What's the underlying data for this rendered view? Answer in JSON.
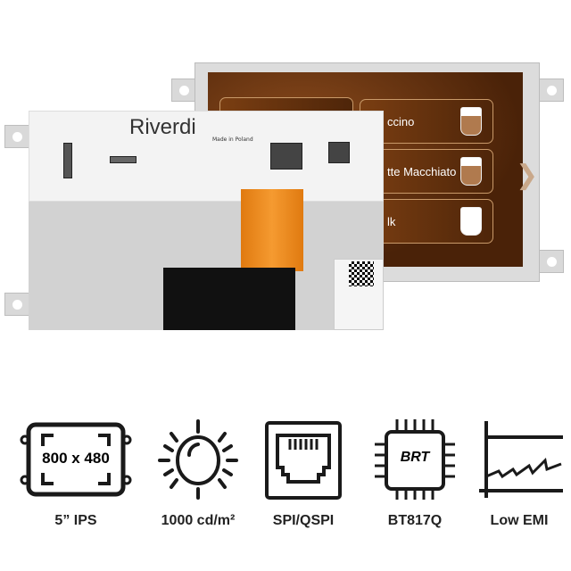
{
  "product": {
    "brand_logo": "Riverdi",
    "pcb_text": "Made in Poland",
    "screen_buttons": [
      {
        "label": ""
      },
      {
        "label": "ccino"
      },
      {
        "label": "tte Macchiato"
      },
      {
        "label": "lk"
      }
    ],
    "next_icon": "chevron-right-icon"
  },
  "features": [
    {
      "icon": "display-icon",
      "icon_text": "800 x 480",
      "label": "5” IPS"
    },
    {
      "icon": "sun-icon",
      "label": "1000 cd/m²"
    },
    {
      "icon": "ethernet-port-icon",
      "label": "SPI/QSPI"
    },
    {
      "icon": "chip-icon",
      "icon_text": "BRT",
      "label": "BT817Q"
    },
    {
      "icon": "signal-chart-icon",
      "label": "Low EMI"
    }
  ],
  "colors": {
    "screen": "#5a2a0a",
    "fpc": "#f0901e",
    "icon": "#1a1a1a"
  }
}
